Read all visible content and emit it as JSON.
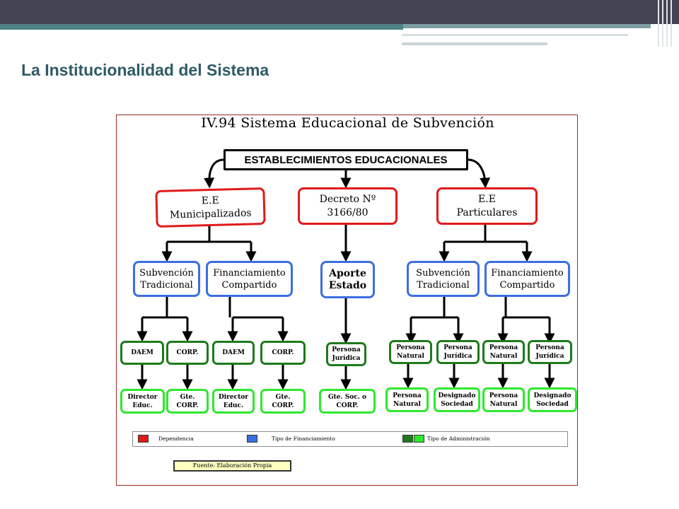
{
  "slide": {
    "title": "La Institucionalidad del Sistema"
  },
  "diagram": {
    "title": "IV.94 Sistema Educacional de Subvención",
    "root": "ESTABLECIMIENTOS EDUCACIONALES",
    "level1": {
      "municipal": "E.E\nMunicipalizados",
      "decreto": "Decreto Nº\n3166/80",
      "particular": "E.E\nParticulares"
    },
    "level2": {
      "mun_subv": "Subvención\nTradicional",
      "mun_fin": "Financiamiento\nCompartido",
      "aporte": "Aporte\nEstado",
      "par_subv": "Subvención\nTradicional",
      "par_fin": "Financiamiento\nCompartido"
    },
    "level3": {
      "daem1": "DAEM",
      "corp1": "CORP.",
      "daem2": "DAEM",
      "corp2": "CORP.",
      "pj_aporte": "Persona\nJurídica",
      "pn_a": "Persona\nNatural",
      "pj_a": "Persona\nJurídica",
      "pn_b": "Persona\nNatural",
      "pj_b": "Persona\nJurídica"
    },
    "level4": {
      "dir1": "Director\nEduc.",
      "gte1": "Gte.\nCORP.",
      "dir2": "Director\nEduc.",
      "gte2": "Gte.\nCORP.",
      "gte_soc": "Gte. Soc. o\nCORP.",
      "pn_a": "Persona\nNatural",
      "ds_a": "Designado\nSociedad",
      "pn_b": "Persona\nNatural",
      "ds_b": "Designado\nSociedad"
    },
    "legend": {
      "dependencia": "Dependencia",
      "financiamiento": "Tipo de Financiamiento",
      "administracion": "Tipo de Administración"
    },
    "source": "Fuente: Elaboración Propia",
    "colors": {
      "dependencia": "#e01b1b",
      "financiamiento": "#3a6fe0",
      "administracion_dark": "#1d7a1d",
      "administracion_light": "#2ee82e"
    }
  }
}
